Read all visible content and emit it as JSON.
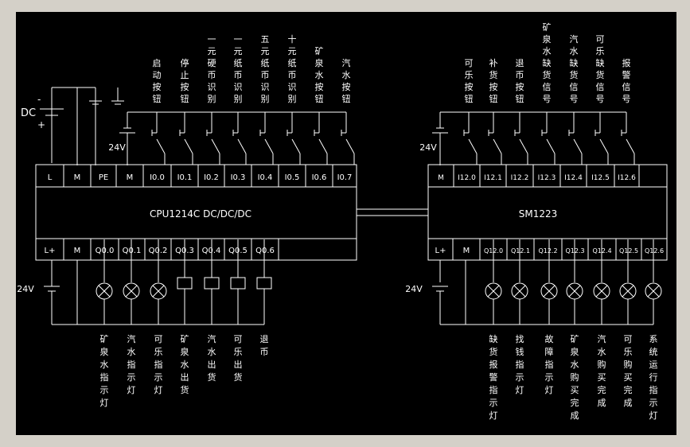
{
  "power": {
    "dc_label": "DC",
    "minus": "-",
    "plus": "+",
    "v24": "24V"
  },
  "cpu": {
    "name": "CPU1214C DC/DC/DC",
    "top_terminals": [
      "L",
      "M",
      "PE",
      "M",
      "I0.0",
      "I0.1",
      "I0.2",
      "I0.3",
      "I0.4",
      "I0.5",
      "I0.6",
      "I0.7"
    ],
    "bottom_terminals": [
      "L+",
      "M",
      "Q0.0",
      "Q0.1",
      "Q0.2",
      "Q0.3",
      "Q0.4",
      "Q0.5",
      "Q0.6"
    ],
    "input_labels": [
      "启动按钮",
      "停止按钮",
      "一元硬币识别",
      "一元纸币识别",
      "五元纸币识别",
      "十元纸币识别",
      "矿泉水按钮",
      "汽水按钮"
    ],
    "output_labels": [
      "矿泉水指示灯",
      "汽水指示灯",
      "可乐指示灯",
      "矿泉水出货",
      "汽水出货",
      "可乐出货",
      "退币"
    ],
    "output_types": [
      "lamp",
      "lamp",
      "lamp",
      "coil",
      "coil",
      "coil",
      "coil"
    ]
  },
  "sm": {
    "name": "SM1223",
    "top_terminals": [
      "M",
      "I12.0",
      "I12.1",
      "I12.2",
      "I12.3",
      "I12.4",
      "I12.5",
      "I12.6"
    ],
    "bottom_terminals": [
      "L+",
      "M",
      "Q12.0",
      "Q12.1",
      "Q12.2",
      "Q12.3",
      "Q12.4",
      "Q12.5",
      "Q12.6"
    ],
    "input_labels": [
      "可乐按钮",
      "补货按钮",
      "退币按钮",
      "矿泉水缺货信号",
      "汽水缺货信号",
      "可乐缺货信号",
      "报警信号"
    ],
    "output_labels": [
      "缺货报警指示灯",
      "找钱指示灯",
      "故障指示灯",
      "矿泉水购买完成",
      "汽水购买完成",
      "可乐购买完成",
      "系统运行指示灯"
    ]
  }
}
